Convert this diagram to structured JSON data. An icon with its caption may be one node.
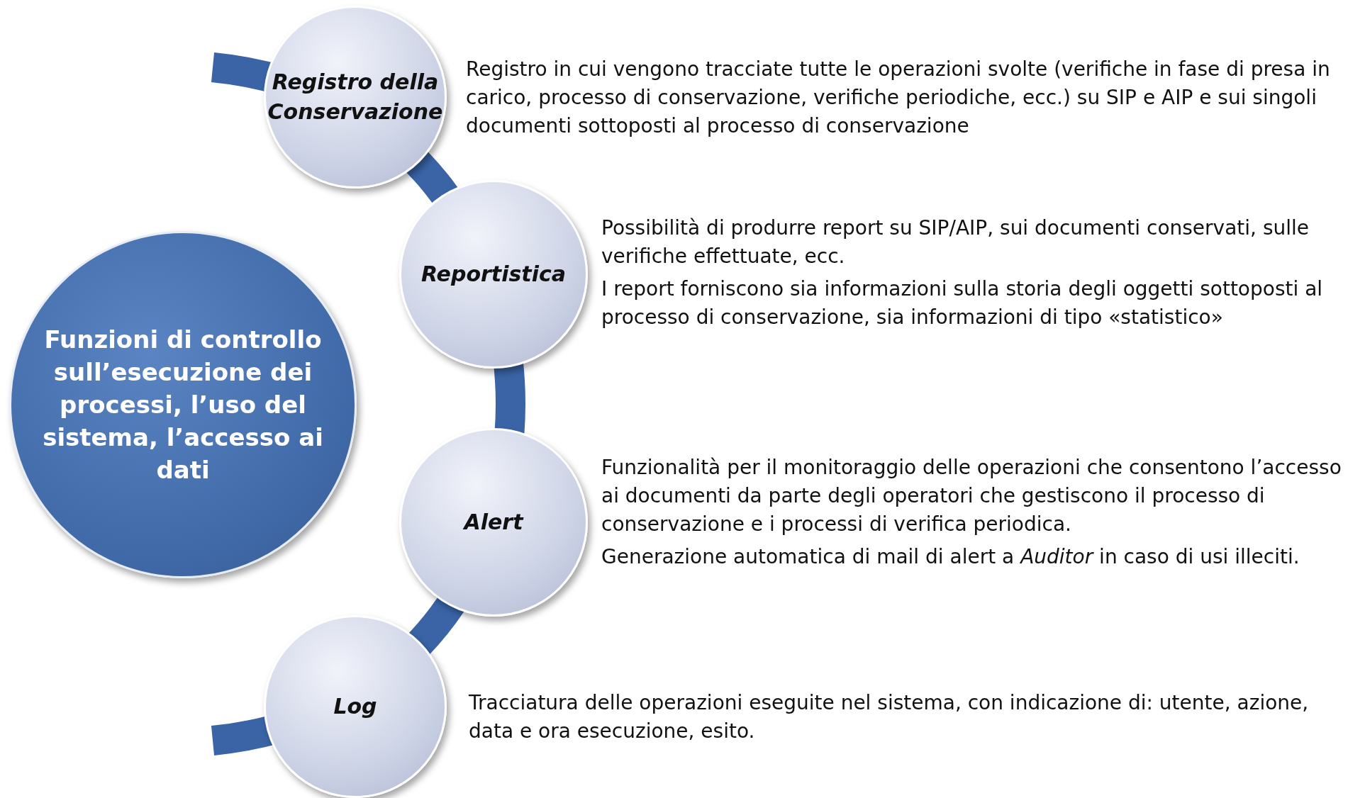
{
  "diagram": {
    "nodes": [
      {
        "text": [
          "Funzioni di controllo sull’esecuzione dei processi, l’uso del sistema, l’accesso ai dati"
        ]
      },
      {
        "text": [
          "Registro della Conservazione"
        ],
        "beside": [
          "Registro in cui vengono tracciate tutte le operazioni svolte (verifiche in fase di presa in carico, processo di conservazione, verifiche periodiche, ecc.) su SIP e AIP e sui singoli documenti sottoposti al processo di conservazione"
        ]
      },
      {
        "text": [
          "Reportistica"
        ],
        "beside": [
          "Possibilità di produrre report su SIP/AIP, sui documenti conservati, sulle verifiche effettuate, ecc.",
          "I report forniscono sia informazioni sulla storia degli oggetti sottoposti al processo di conservazione, sia informazioni di tipo «statistico»"
        ]
      },
      {
        "text": [
          "Alert"
        ],
        "beside": [
          "Funzionalità per il monitoraggio delle operazioni che consentono l’accesso ai documenti da parte degli operatori che gestiscono il processo di conservazione e i processi di verifica periodica.",
          "Generazione automatica di mail di alert a *Auditor* in caso di usi illeciti."
        ]
      },
      {
        "text": [
          "Log"
        ],
        "beside": [
          "Tracciatura delle operazioni eseguite nel sistema, con indicazione di: utente, azione, data e ora esecuzione, esito."
        ]
      }
    ]
  }
}
